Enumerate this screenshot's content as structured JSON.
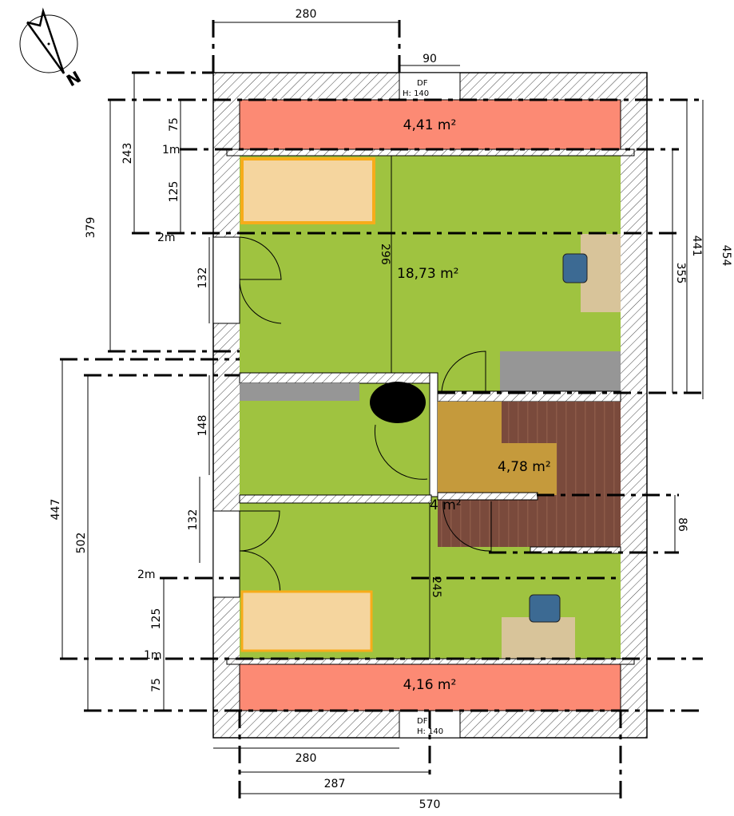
{
  "colors": {
    "bedroom": "#9fc340",
    "balcony": "#fc8a74",
    "hall": "#c59a3c",
    "tiles": "#7a4a3c",
    "counter": "#969696",
    "bed": "#f5d59e",
    "bed_outline": "#f7ac1a",
    "rug": "#d8c49a",
    "chair": "#3c6a93"
  },
  "compass": {
    "label": "N"
  },
  "windows": [
    {
      "type": "DF",
      "height": "H: 140"
    },
    {
      "type": "DF",
      "height": "H: 140"
    }
  ],
  "rooms": {
    "top_balcony": "4,41 m²",
    "bedroom_1": "18,73 m²",
    "hallway": "4,78 m²",
    "bathroom": "4 m²",
    "bottom_balcony": "4,16 m²"
  },
  "dimensions": {
    "top_280": "280",
    "top_90": "90",
    "left_243": "243",
    "left_379": "379",
    "left_75_top": "75",
    "left_125_top": "125",
    "marker_1m_top": "1m",
    "marker_2m_top": "2m",
    "inner_296": "296",
    "left_132_top": "132",
    "left_148": "148",
    "left_447": "447",
    "left_502": "502",
    "left_132_bottom": "132",
    "marker_2m_bottom": "2m",
    "left_125_bottom": "125",
    "marker_1m_bottom": "1m",
    "left_75_bottom": "75",
    "right_441": "441",
    "right_454": "454",
    "right_355": "355",
    "right_86": "86",
    "inner_245": "245",
    "bottom_280": "280",
    "bottom_287": "287",
    "bottom_570": "570"
  }
}
